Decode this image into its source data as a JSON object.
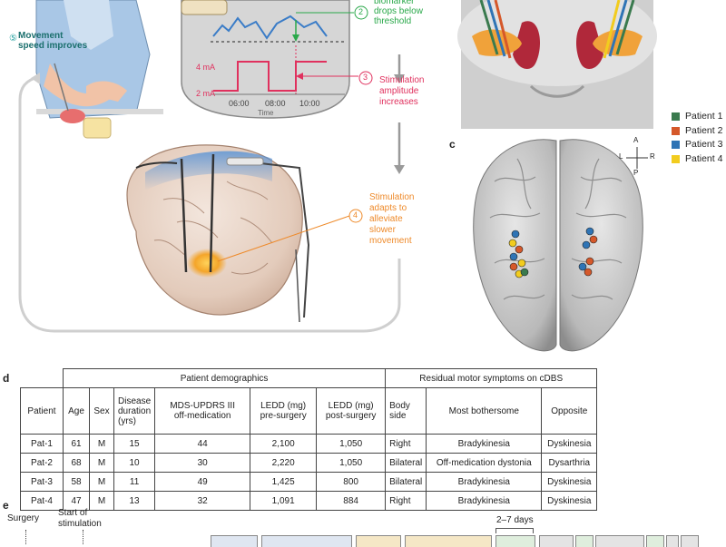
{
  "panel_b_labels": {
    "step2": [
      "biomarker",
      "drops below",
      "threshold"
    ],
    "step3": [
      "Stimulation",
      "amplitude",
      "increases"
    ],
    "step4": [
      "Stimulation",
      "adapts to",
      "alleviate",
      "slower",
      "movement"
    ],
    "step5": [
      "Movement",
      "speed improves"
    ],
    "step_numbers": [
      "2",
      "3",
      "4",
      "5"
    ],
    "y_ticks": [
      "4 mA",
      "2 mA"
    ],
    "x_ticks": [
      "06:00",
      "08:00",
      "10:00"
    ],
    "x_axis": "Time"
  },
  "colors": {
    "patient1": "#3a7a4e",
    "patient2": "#d5582a",
    "patient3": "#2f74b5",
    "patient4": "#f2cc1e",
    "stim_red": "#e0315e",
    "biomarker_green": "#2aa84a",
    "adapt_orange": "#ee8a2a",
    "movement_teal": "#1a9c9a",
    "signal_blue": "#3a7cc7"
  },
  "panel_c": {
    "letter": "c",
    "compass": [
      "A",
      "L",
      "R",
      "P"
    ]
  },
  "legend": [
    {
      "label": "Patient 1",
      "color": "#3a7a4e"
    },
    {
      "label": "Patient 2",
      "color": "#d5582a"
    },
    {
      "label": "Patient 3",
      "color": "#2f74b5"
    },
    {
      "label": "Patient 4",
      "color": "#f2cc1e"
    }
  ],
  "table": {
    "letter": "d",
    "group_demographics": "Patient demographics",
    "group_residual": "Residual motor symptoms on cDBS",
    "headers": [
      [
        "Patient"
      ],
      [
        "Age"
      ],
      [
        "Sex"
      ],
      [
        "Disease",
        "duration",
        "(yrs)"
      ],
      [
        "MDS-UPDRS III",
        "off-medication"
      ],
      [
        "LEDD (mg)",
        "pre-surgery"
      ],
      [
        "LEDD (mg)",
        "post-surgery"
      ],
      [
        "Body",
        "side"
      ],
      [
        "Most bothersome"
      ],
      [
        "Opposite"
      ]
    ],
    "rows": [
      [
        "Pat-1",
        "61",
        "M",
        "15",
        "44",
        "2,100",
        "1,050",
        "Right",
        "Bradykinesia",
        "Dyskinesia"
      ],
      [
        "Pat-2",
        "68",
        "M",
        "10",
        "30",
        "2,220",
        "1,050",
        "Bilateral",
        "Off-medication dystonia",
        "Dysarthria"
      ],
      [
        "Pat-3",
        "58",
        "M",
        "11",
        "49",
        "1,425",
        "800",
        "Bilateral",
        "Bradykinesia",
        "Dyskinesia"
      ],
      [
        "Pat-4",
        "47",
        "M",
        "13",
        "32",
        "1,091",
        "884",
        "Right",
        "Bradykinesia",
        "Dyskinesia"
      ]
    ]
  },
  "panel_e": {
    "letter": "e",
    "surgery": "Surgery",
    "start_stim": [
      "Start of",
      "stimulation"
    ],
    "duration": "2–7 days"
  }
}
